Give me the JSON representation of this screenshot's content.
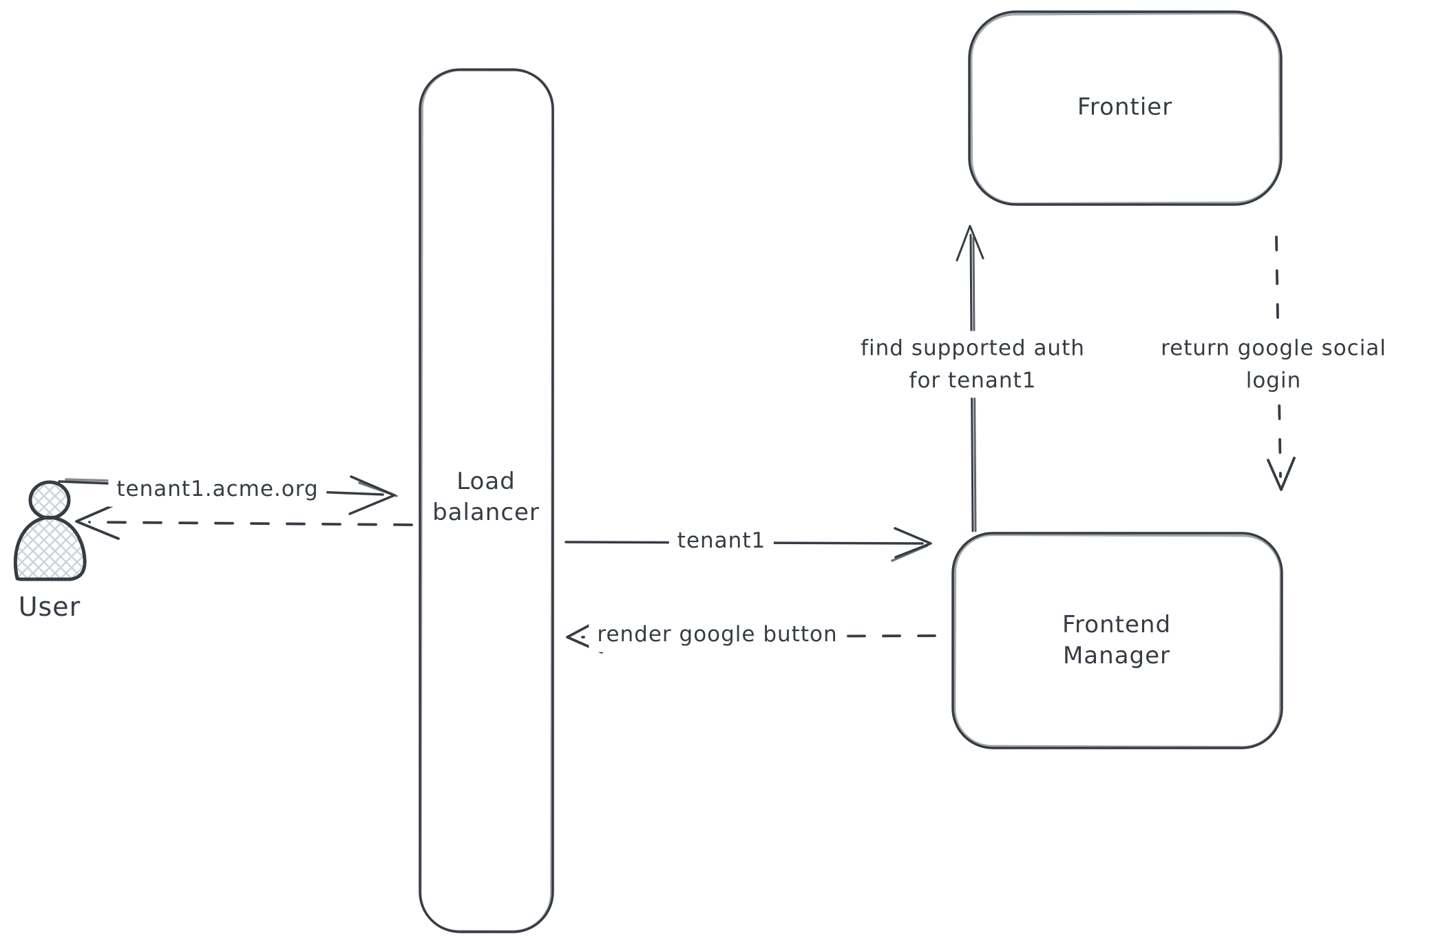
{
  "diagram": {
    "background": "#ffffff",
    "stroke_color": "#363c44",
    "hatch_fill_color": "#ccd3da",
    "nodes": {
      "user": {
        "label": "User",
        "shape": "person-icon"
      },
      "load_balancer": {
        "line1": "Load",
        "line2": "balancer",
        "shape": "rounded-rectangle"
      },
      "frontier": {
        "label": "Frontier",
        "shape": "rounded-rectangle"
      },
      "frontend_manager": {
        "line1": "Frontend",
        "line2": "Manager",
        "shape": "rounded-rectangle"
      }
    },
    "edges": {
      "user_to_lb": {
        "label": "tenant1.acme.org",
        "style": "solid",
        "direction": "right"
      },
      "lb_to_user": {
        "label": "",
        "style": "dashed",
        "direction": "left"
      },
      "lb_to_fm": {
        "label": "tenant1",
        "style": "solid",
        "direction": "right"
      },
      "fm_to_lb": {
        "label": "render google button",
        "style": "dashed",
        "direction": "left"
      },
      "fm_to_frontier": {
        "line1": "find supported auth",
        "line2": "for tenant1",
        "style": "solid",
        "direction": "up"
      },
      "frontier_to_fm": {
        "line1": "return google social",
        "line2": "login",
        "style": "dashed",
        "direction": "down"
      }
    }
  }
}
